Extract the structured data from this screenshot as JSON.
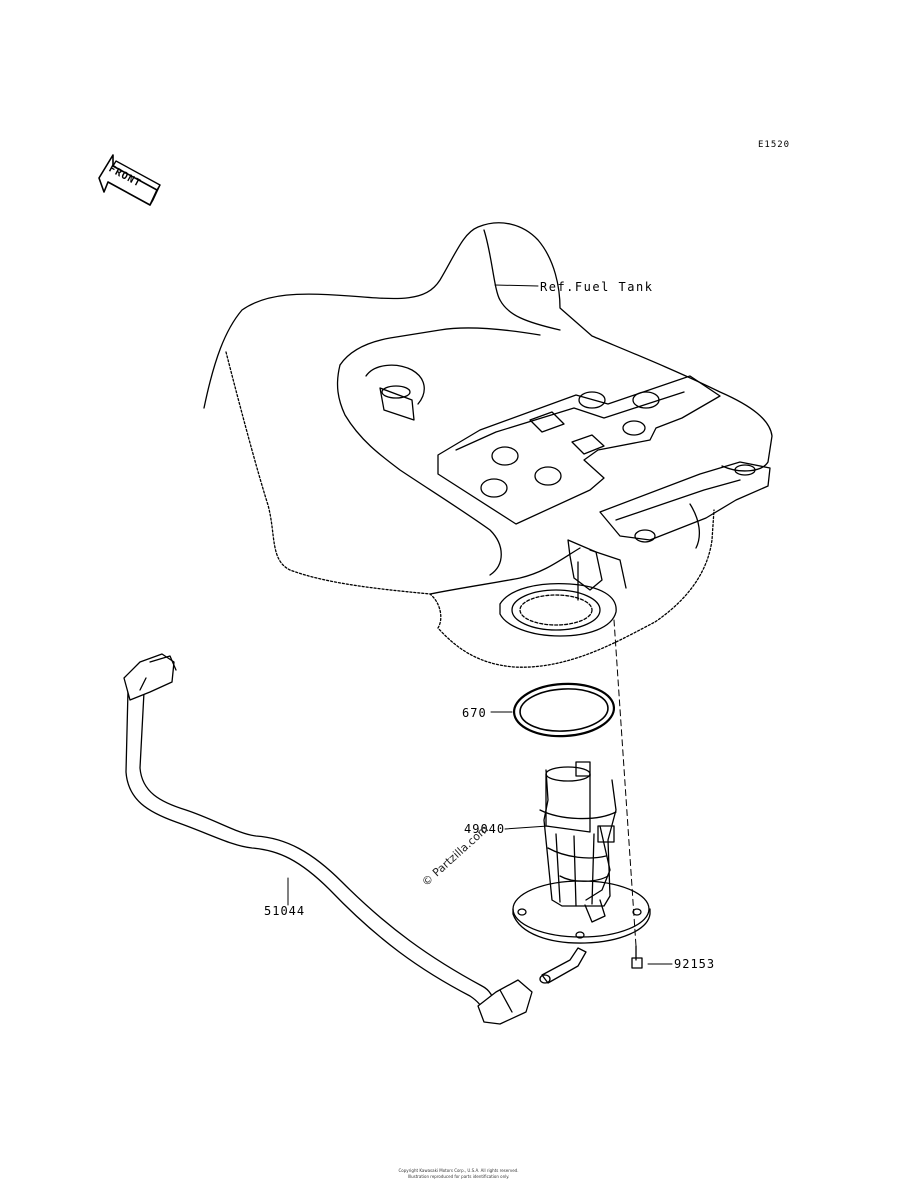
{
  "diagram": {
    "code": "E1520",
    "front_label": "FRONT",
    "reference_label": "Ref.Fuel Tank",
    "watermark": "© Partzilla.com",
    "footer_line1": "Copyright Kawasaki Motors Corp., U.S.A. All rights reserved.",
    "footer_line2": "Illustration reproduced for parts identification only."
  },
  "parts": [
    {
      "number": "670"
    },
    {
      "number": "49040"
    },
    {
      "number": "51044"
    },
    {
      "number": "92153"
    }
  ]
}
